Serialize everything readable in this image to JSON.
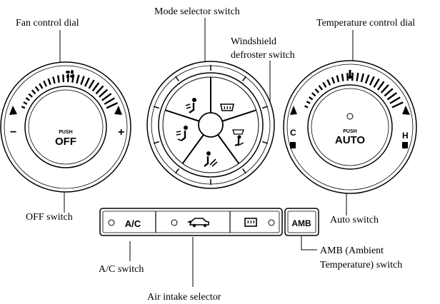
{
  "labels": {
    "fan_control_dial": "Fan control dial",
    "mode_selector_switch": "Mode selector switch",
    "windshield_defroster_line1": "Windshield",
    "windshield_defroster_line2": "defroster switch",
    "temperature_control_dial": "Temperature control dial",
    "off_switch": "OFF switch",
    "auto_switch": "Auto switch",
    "ac_switch": "A/C switch",
    "amb_switch_line1": "AMB (Ambient",
    "amb_switch_line2": "Temperature) switch",
    "air_intake_selector": "Air intake selector"
  },
  "fan_dial": {
    "push": "PUSH",
    "off": "OFF",
    "minus": "−",
    "plus": "+"
  },
  "temp_dial": {
    "push": "PUSH",
    "auto": "AUTO",
    "cold": "C",
    "hot": "H"
  },
  "buttons": {
    "ac": "A/C",
    "amb": "AMB"
  },
  "icons": {
    "fan": "fan-icon",
    "mode_face": "vent-face-icon",
    "mode_defrost": "windshield-defrost-icon",
    "mode_bilevel": "vent-bilevel-icon",
    "mode_feet": "vent-feet-icon",
    "mode_feet_defrost": "vent-feet-defrost-icon",
    "air_intake": "car-recirculate-icon",
    "rear_defrost": "rear-defrost-icon",
    "thermometer": "thermometer-icon"
  }
}
